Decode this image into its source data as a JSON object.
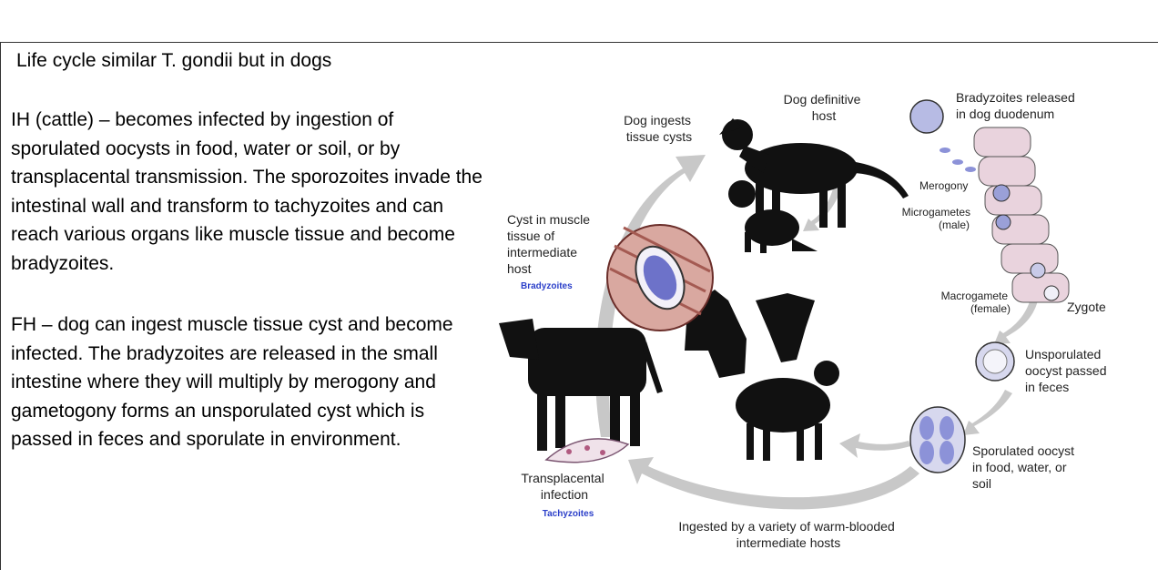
{
  "slide": {
    "title": "Life cycle similar T. gondii but in dogs",
    "paragraph_ih": "IH (cattle) – becomes infected by ingestion of sporulated oocysts in food, water or soil, or by transplacental transmission. The sporozoites invade the intestinal wall and transform to tachyzoites and can reach various organs like muscle tissue and become bradyzoites.",
    "paragraph_fh": "FH – dog can ingest muscle tissue cyst and become infected. The bradyzoites are released in the small intestine where they will multiply by merogony and gametogony forms an unsporulated cyst which is passed in feces and sporulate in environment."
  },
  "diagram": {
    "dog_definitive_host": [
      "Dog definitive",
      "host"
    ],
    "dog_ingests": [
      "Dog ingests",
      "tissue cysts"
    ],
    "bradyzoites_released": [
      "Bradyzoites released",
      "in dog duodenum"
    ],
    "merogony": "Merogony",
    "microgametes": [
      "Microgametes",
      "(male)"
    ],
    "macrogamete": [
      "Macrogamete",
      "(female)"
    ],
    "zygote": "Zygote",
    "unsporulated": [
      "Unsporulated",
      "oocyst passed",
      "in feces"
    ],
    "sporulated": [
      "Sporulated oocyst",
      "in food, water, or",
      "soil"
    ],
    "ingested_by": [
      "Ingested by a variety of warm-blooded",
      "intermediate hosts"
    ],
    "transplacental": [
      "Transplacental",
      "infection"
    ],
    "tachyzoites": "Tachyzoites",
    "cyst_in_muscle": [
      "Cyst in muscle",
      "tissue of",
      "intermediate",
      "host"
    ],
    "bradyzoites": "Bradyzoites",
    "colors": {
      "arrow": "#c8c8c8",
      "silhouette": "#111111",
      "cell": "#e9d3dd",
      "label_blue": "#2b3fc9"
    }
  }
}
